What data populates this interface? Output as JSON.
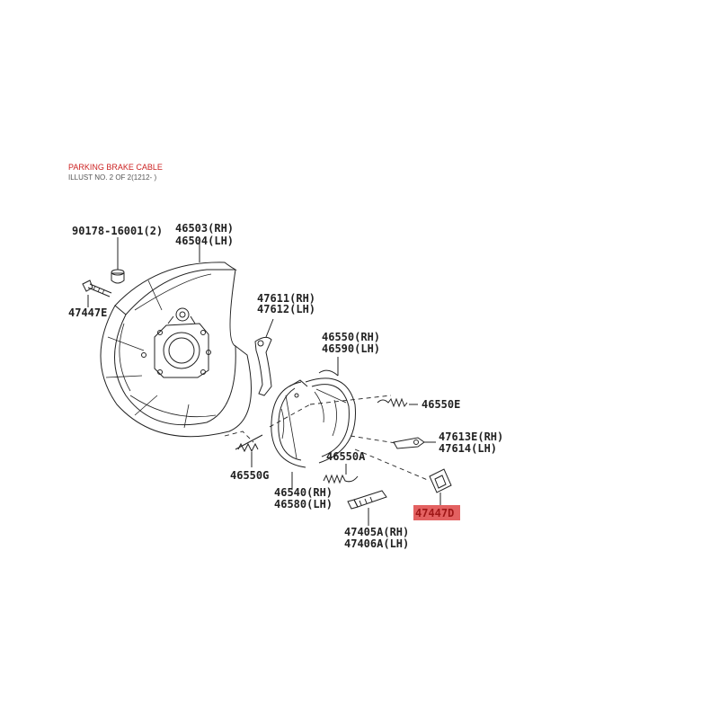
{
  "header": {
    "title": "PARKING BRAKE CABLE",
    "subtitle": "ILLUST NO. 2 OF 2(1212- )"
  },
  "labels": {
    "p90178": "90178-16001(2)",
    "p46503": "46503(RH)",
    "p46504": "46504(LH)",
    "p47447E": "47447E",
    "p47611": "47611(RH)",
    "p47612": "47612(LH)",
    "p46550": "46550(RH)",
    "p46590": "46590(LH)",
    "p46550E": "46550E",
    "p47613E": "47613E(RH)",
    "p47614": "47614(LH)",
    "p46550A": "46550A",
    "p46550G": "46550G",
    "p46540": "46540(RH)",
    "p46580": "46580(LH)",
    "p47447D": "47447D",
    "p47405A": "47405A(RH)",
    "p47406A": "47406A(LH)"
  },
  "colors": {
    "highlight_fill": "#e05050",
    "highlight_text": "#a01818",
    "title_red": "#cc2222",
    "line": "#222222"
  }
}
